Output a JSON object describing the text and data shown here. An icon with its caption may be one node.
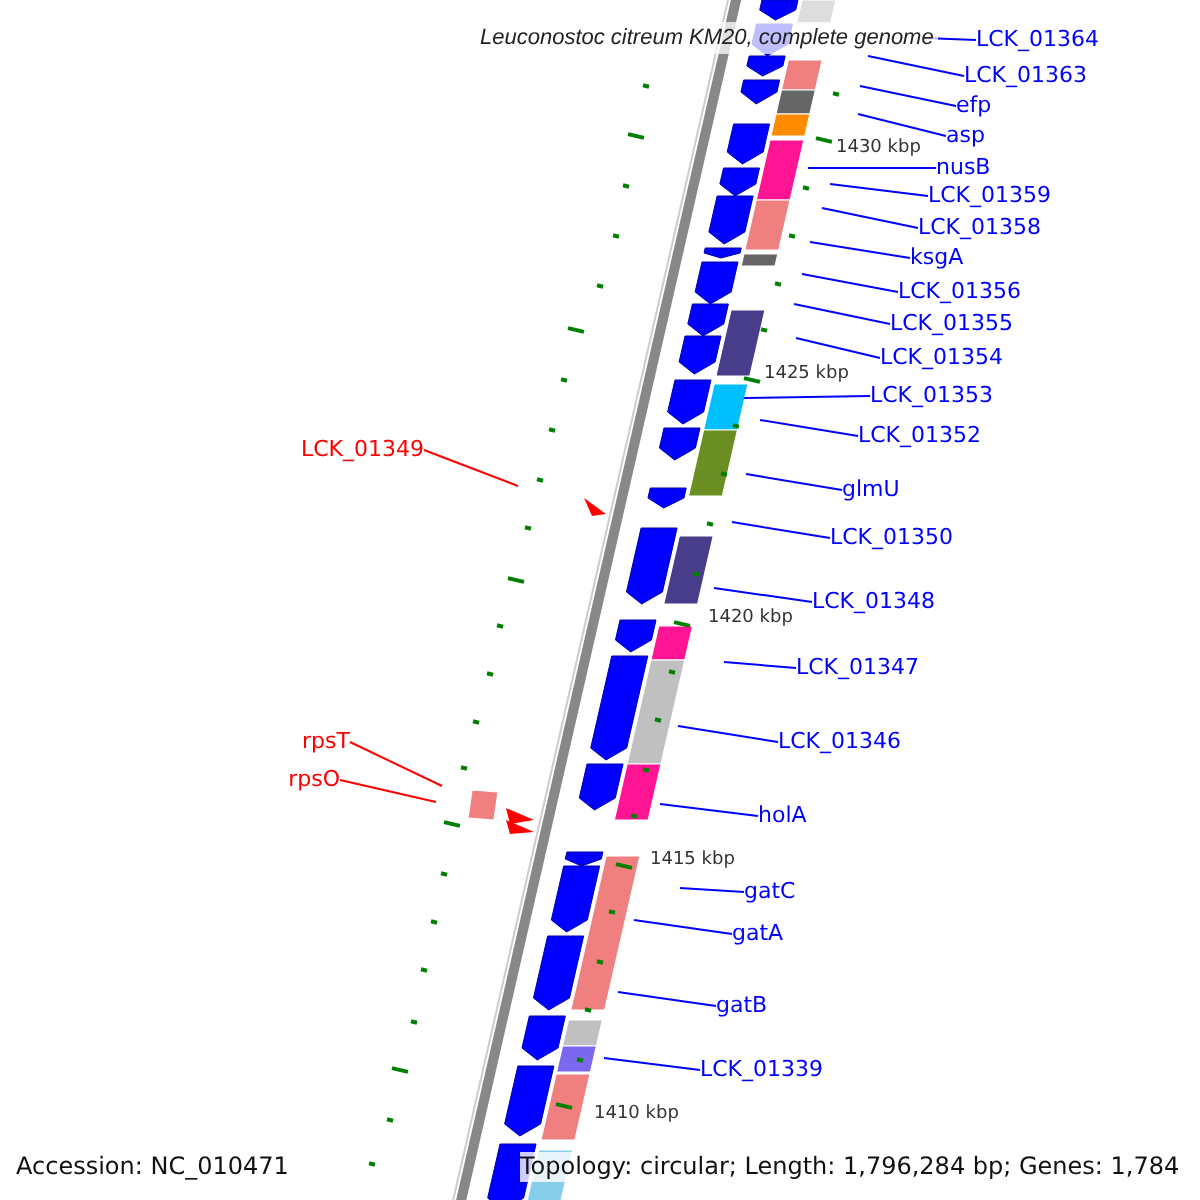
{
  "diagram": {
    "title": "Leuconostoc citreum KM20, complete genome",
    "nodes": [
      {
        "text": [
          "LCK_01364"
        ]
      },
      {
        "text": [
          "LCK_01363"
        ]
      },
      {
        "text": [
          "efp"
        ]
      },
      {
        "text": [
          "asp"
        ]
      },
      {
        "text": [
          "nusB"
        ]
      },
      {
        "text": [
          "LCK_01359"
        ]
      },
      {
        "text": [
          "LCK_01358"
        ]
      },
      {
        "text": [
          "ksgA"
        ]
      },
      {
        "text": [
          "LCK_01356"
        ]
      },
      {
        "text": [
          "LCK_01355"
        ]
      },
      {
        "text": [
          "LCK_01354"
        ]
      },
      {
        "text": [
          "LCK_01353"
        ]
      },
      {
        "text": [
          "LCK_01352"
        ]
      },
      {
        "text": [
          "LCK_01349"
        ]
      },
      {
        "text": [
          "glmU"
        ]
      },
      {
        "text": [
          "LCK_01350"
        ]
      },
      {
        "text": [
          "LCK_01348"
        ]
      },
      {
        "text": [
          "LCK_01347"
        ]
      },
      {
        "text": [
          "LCK_01346"
        ]
      },
      {
        "text": [
          "rpsT"
        ]
      },
      {
        "text": [
          "rpsO"
        ]
      },
      {
        "text": [
          "holA"
        ]
      },
      {
        "text": [
          "gatC"
        ]
      },
      {
        "text": [
          "gatA"
        ]
      },
      {
        "text": [
          "gatB"
        ]
      },
      {
        "text": [
          "LCK_01339"
        ]
      }
    ],
    "edges": [
      {
        "from": 0,
        "to": null,
        "arrow": "none"
      },
      {
        "from": 1,
        "to": null,
        "arrow": "none"
      },
      {
        "from": 2,
        "to": null,
        "arrow": "none"
      },
      {
        "from": 3,
        "to": null,
        "arrow": "none"
      },
      {
        "from": 4,
        "to": null,
        "arrow": "none"
      },
      {
        "from": 5,
        "to": null,
        "arrow": "none"
      },
      {
        "from": 6,
        "to": null,
        "arrow": "none"
      },
      {
        "from": 7,
        "to": null,
        "arrow": "none"
      },
      {
        "from": 8,
        "to": null,
        "arrow": "none"
      },
      {
        "from": 9,
        "to": null,
        "arrow": "none"
      },
      {
        "from": 10,
        "to": null,
        "arrow": "none"
      },
      {
        "from": 11,
        "to": null,
        "arrow": "none"
      },
      {
        "from": 12,
        "to": null,
        "arrow": "none"
      },
      {
        "from": 13,
        "to": null,
        "arrow": "none",
        "color": "#ff0000"
      },
      {
        "from": 14,
        "to": null,
        "arrow": "none"
      },
      {
        "from": 15,
        "to": null,
        "arrow": "none"
      },
      {
        "from": 16,
        "to": null,
        "arrow": "none"
      },
      {
        "from": 17,
        "to": null,
        "arrow": "none"
      },
      {
        "from": 18,
        "to": null,
        "arrow": "none"
      },
      {
        "from": 19,
        "to": null,
        "arrow": "none",
        "color": "#ff0000"
      },
      {
        "from": 20,
        "to": null,
        "arrow": "none",
        "color": "#ff0000"
      },
      {
        "from": 21,
        "to": null,
        "arrow": "none"
      },
      {
        "from": 22,
        "to": null,
        "arrow": "none"
      },
      {
        "from": 23,
        "to": null,
        "arrow": "none"
      },
      {
        "from": 24,
        "to": null,
        "arrow": "none"
      },
      {
        "from": 25,
        "to": null,
        "arrow": "none"
      }
    ],
    "labels": [
      "1430 kbp",
      "1425 kbp",
      "1420 kbp",
      "1415 kbp",
      "1410 kbp",
      "Accession: NC_010471",
      "Topology: circular; Length: 1,796,284 bp; Genes: 1,784"
    ]
  }
}
